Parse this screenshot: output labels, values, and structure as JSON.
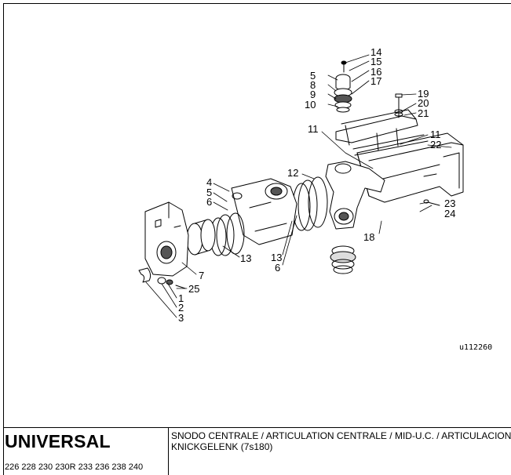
{
  "drawing": {
    "callouts": [
      "14",
      "15",
      "5",
      "16",
      "8",
      "17",
      "9",
      "10",
      "19",
      "20",
      "21",
      "11",
      "11",
      "22",
      "12",
      "4",
      "5",
      "6",
      "23",
      "24",
      "18",
      "13",
      "13",
      "6",
      "7",
      "25",
      "1",
      "2",
      "3"
    ],
    "reference_code": "u112260"
  },
  "title_block": {
    "brand": "UNIVERSAL",
    "models": "226 228 230 230R 233 236 238 240",
    "description_line1": "SNODO CENTRALE / ARTICULATION CENTRALE / MID-U.C. / ARTICULACION CENTRAL /",
    "description_line2": "KNICKGELENK (7s180)"
  }
}
